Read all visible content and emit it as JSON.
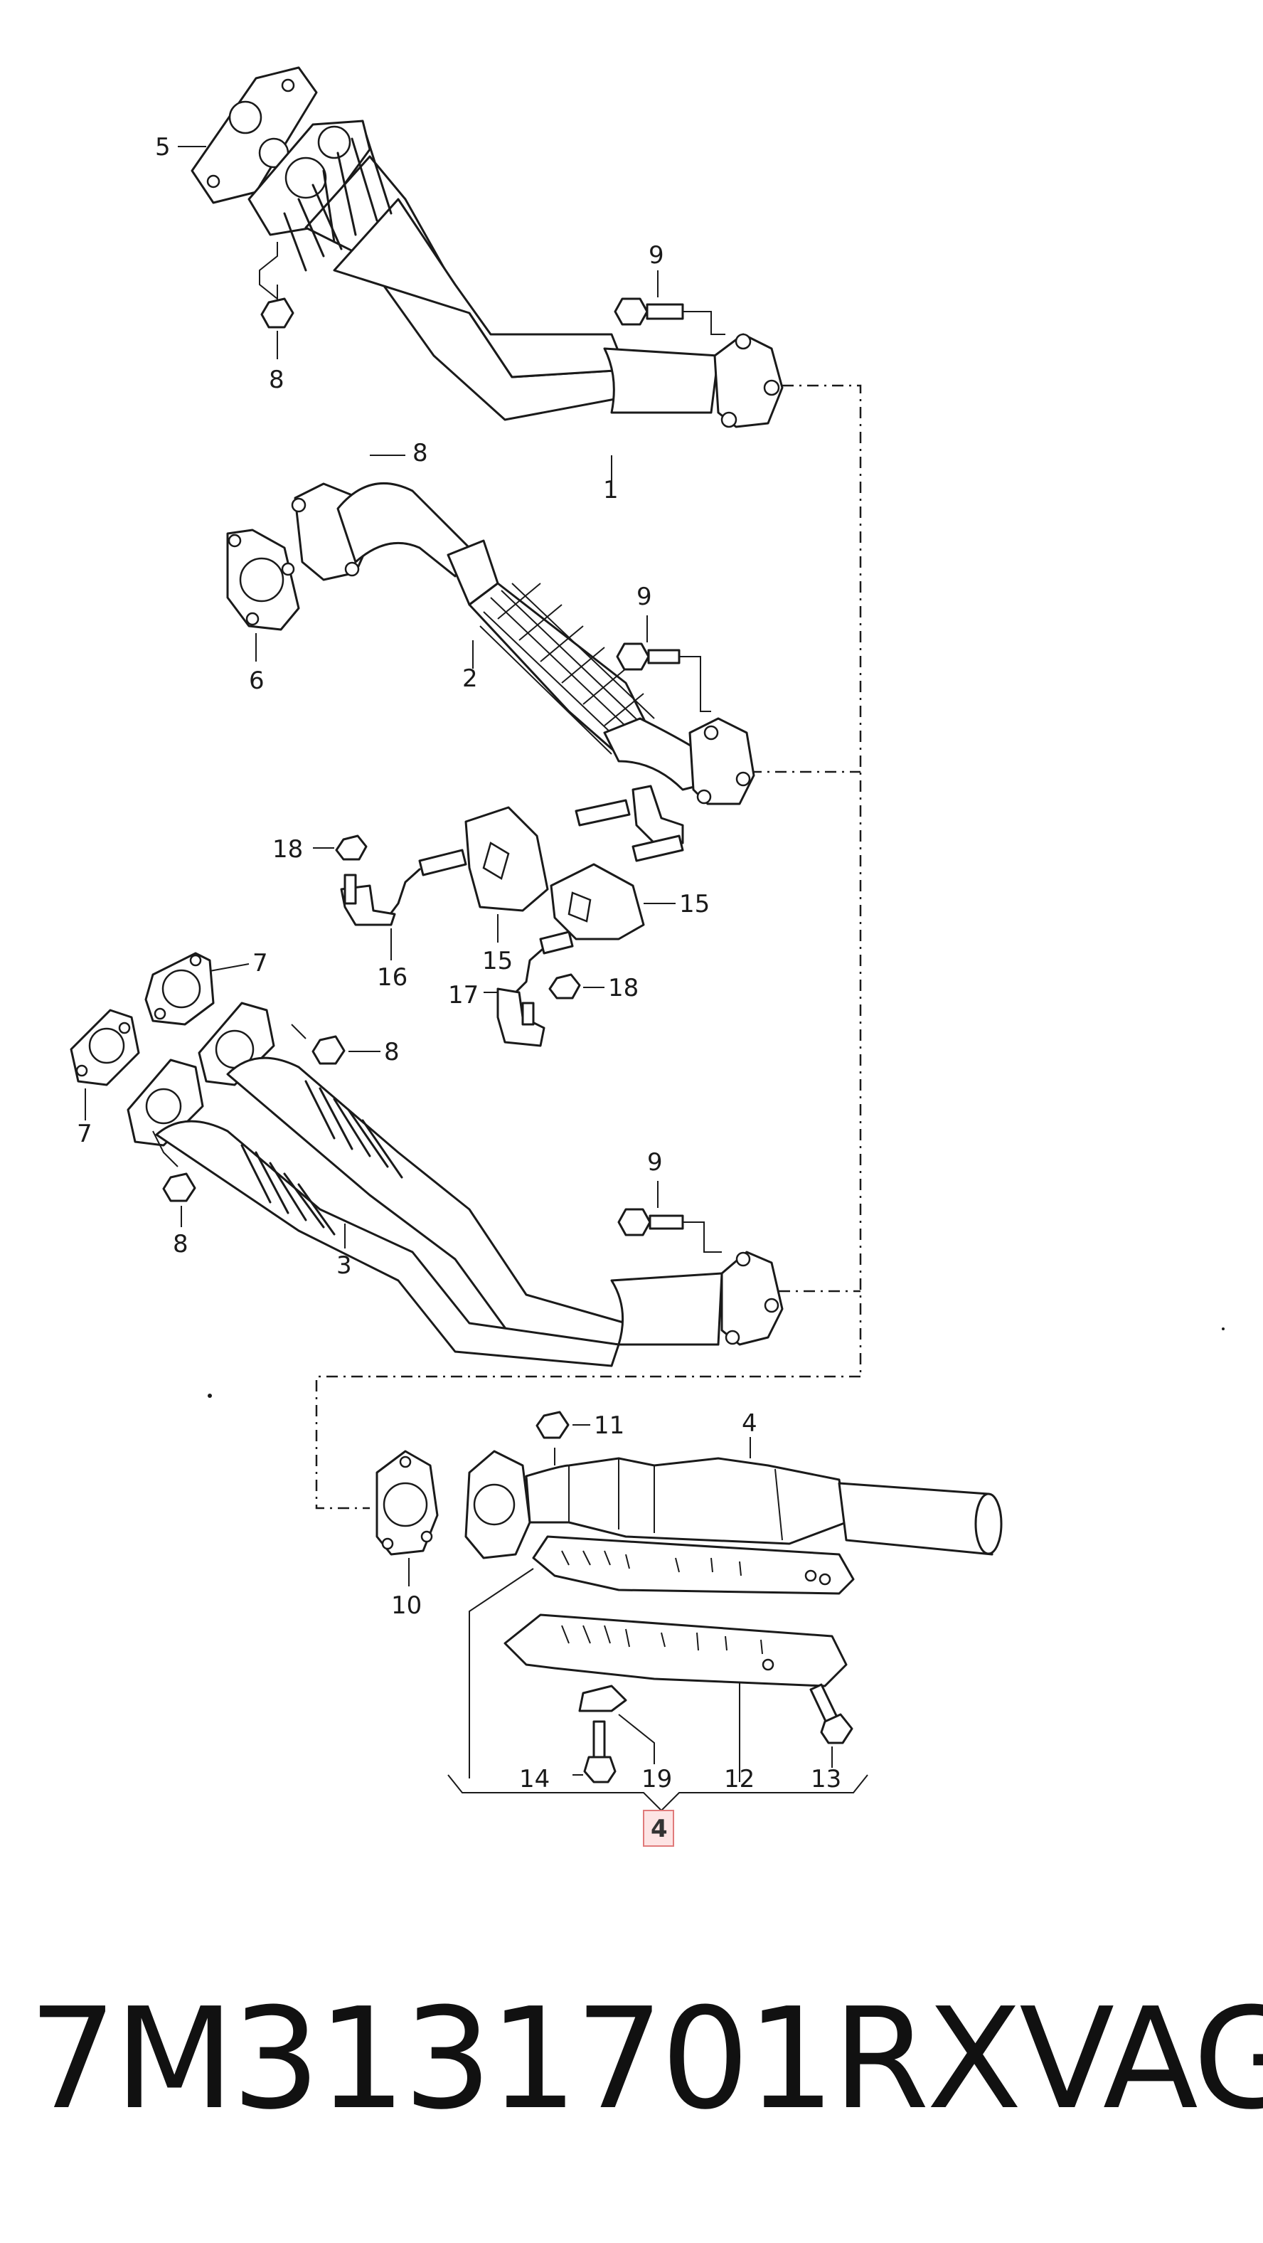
{
  "callouts": {
    "c1": "1",
    "c2": "2",
    "c3": "3",
    "c4": "4",
    "c5": "5",
    "c6": "6",
    "c7a": "7",
    "c7b": "7",
    "c8a": "8",
    "c8b": "8",
    "c8c": "8",
    "c8d": "8",
    "c9a": "9",
    "c9b": "9",
    "c9c": "9",
    "c10": "10",
    "c11": "11",
    "c12": "12",
    "c13": "13",
    "c14": "14",
    "c15a": "15",
    "c15b": "15",
    "c16": "16",
    "c17": "17",
    "c18a": "18",
    "c18b": "18",
    "c19": "19",
    "highlight": "4"
  },
  "footer": {
    "part_number": "7M3131701RX",
    "brand": "VAG"
  },
  "colors": {
    "line": "#1a1a1a",
    "highlight_fill": "#fde4e4",
    "highlight_stroke": "#e07a7a"
  }
}
